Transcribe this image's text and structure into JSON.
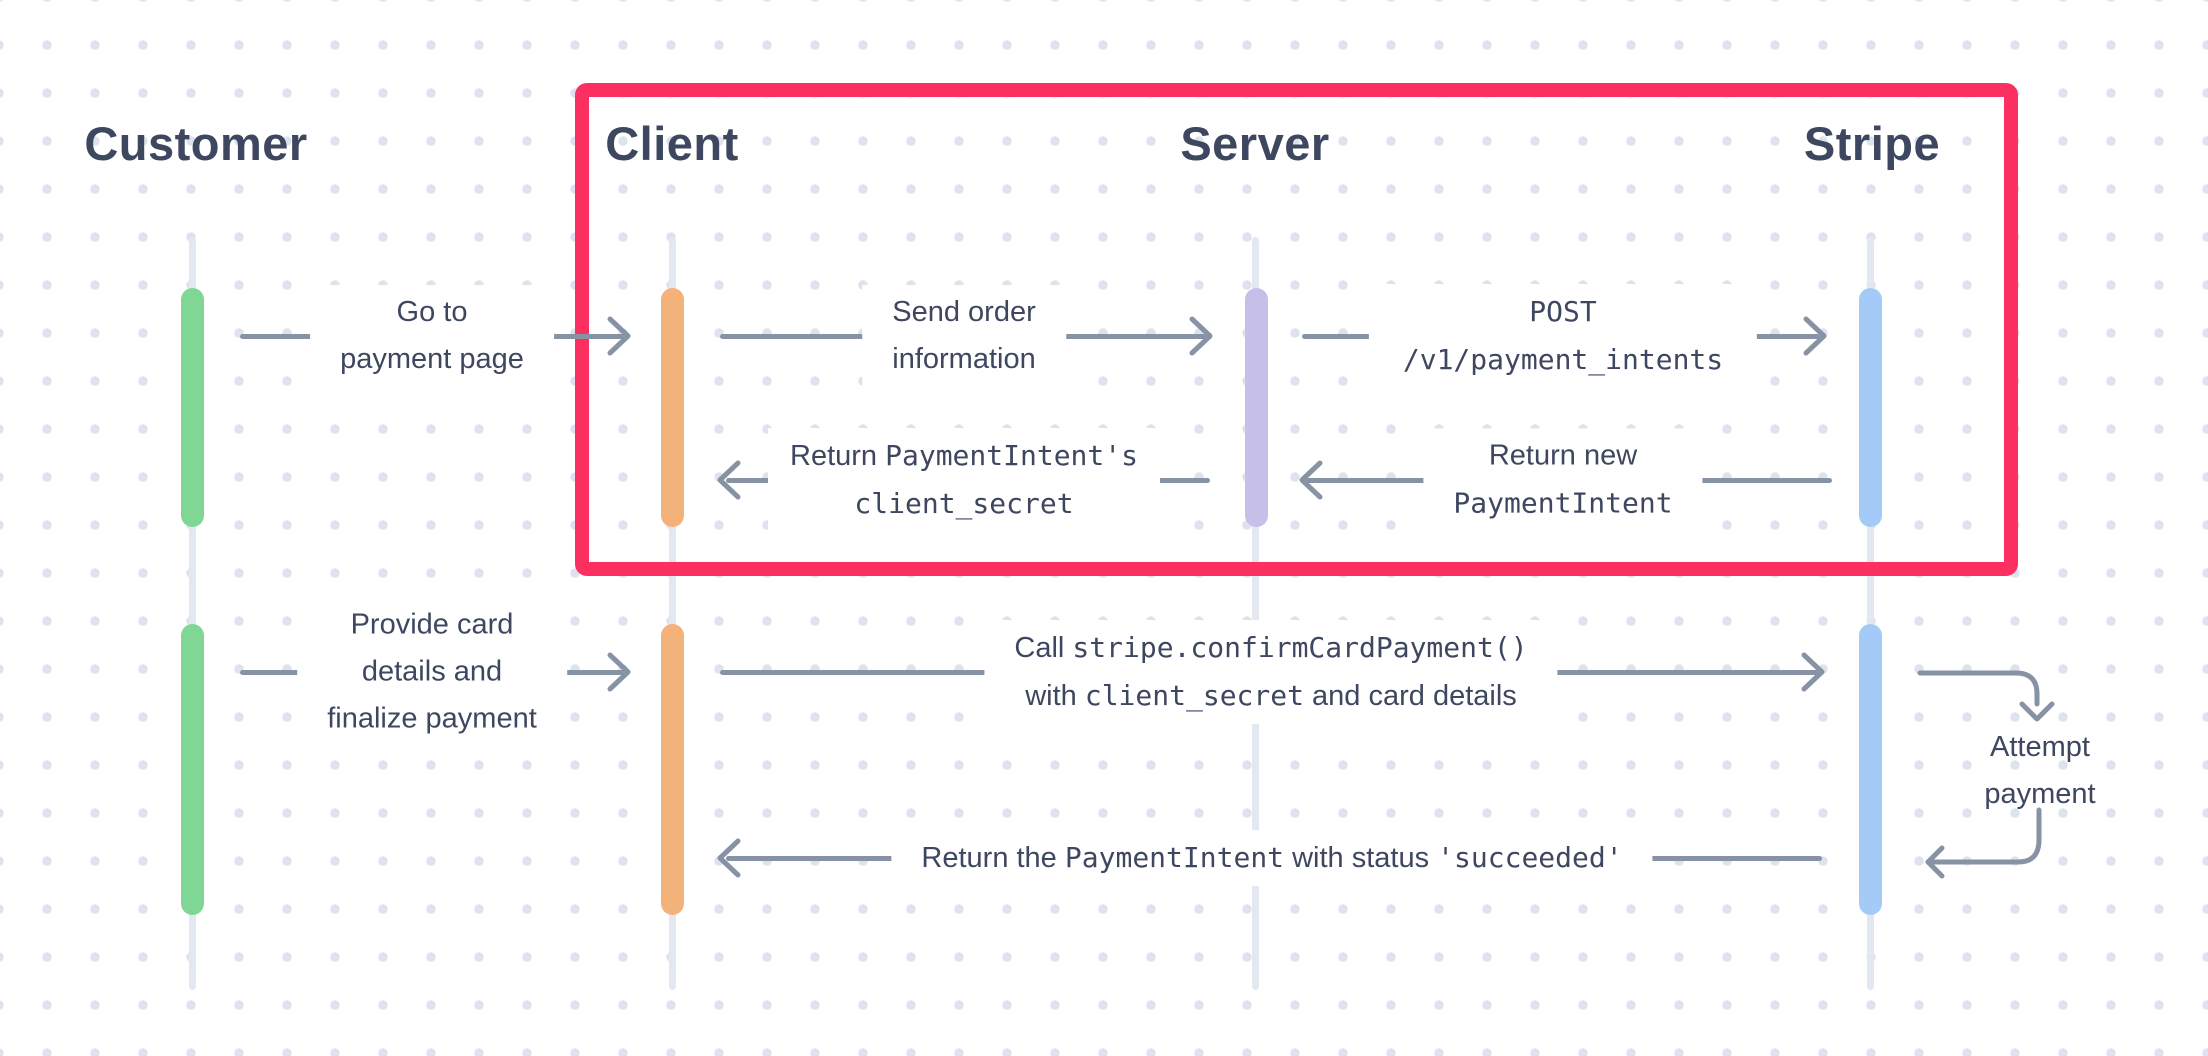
{
  "diagram": {
    "title_hint": "Stripe PaymentIntents sequence diagram",
    "text_color": "#3E4760",
    "line_color": "#8793A4",
    "highlight_color": "#FB2F60",
    "lifeline_color": "#E3E8F0",
    "dot_color": "#DCE3ED",
    "actors": [
      {
        "name": "Customer",
        "bar_color": "#80D694"
      },
      {
        "name": "Client",
        "bar_color": "#F4B27B"
      },
      {
        "name": "Server",
        "bar_color": "#C6C0E9"
      },
      {
        "name": "Stripe",
        "bar_color": "#A4CBF8"
      }
    ],
    "messages": [
      {
        "id": "go-to-payment-page",
        "from": "Customer",
        "to": "Client",
        "lines": [
          [
            {
              "t": "Go to"
            }
          ],
          [
            {
              "t": "payment page"
            }
          ]
        ]
      },
      {
        "id": "send-order-information",
        "from": "Client",
        "to": "Server",
        "lines": [
          [
            {
              "t": "Send order"
            }
          ],
          [
            {
              "t": "information"
            }
          ]
        ]
      },
      {
        "id": "post-payment-intents",
        "from": "Server",
        "to": "Stripe",
        "lines": [
          [
            {
              "t": "POST",
              "m": true
            }
          ],
          [
            {
              "t": "/v1/payment_intents",
              "m": true
            }
          ]
        ]
      },
      {
        "id": "return-new-paymentintent",
        "from": "Stripe",
        "to": "Server",
        "lines": [
          [
            {
              "t": "Return new"
            }
          ],
          [
            {
              "t": "PaymentIntent",
              "m": true
            }
          ]
        ]
      },
      {
        "id": "return-client-secret",
        "from": "Server",
        "to": "Client",
        "lines": [
          [
            {
              "t": "Return "
            },
            {
              "t": "PaymentIntent's",
              "m": true
            }
          ],
          [
            {
              "t": "client_secret",
              "m": true
            }
          ]
        ]
      },
      {
        "id": "provide-card-details",
        "from": "Customer",
        "to": "Client",
        "lines": [
          [
            {
              "t": "Provide card"
            }
          ],
          [
            {
              "t": "details and"
            }
          ],
          [
            {
              "t": "finalize payment"
            }
          ]
        ]
      },
      {
        "id": "confirm-card-payment",
        "from": "Client",
        "to": "Stripe",
        "lines": [
          [
            {
              "t": "Call "
            },
            {
              "t": "stripe.confirmCardPayment()",
              "m": true
            }
          ],
          [
            {
              "t": "with "
            },
            {
              "t": "client_secret",
              "m": true
            },
            {
              "t": " and card details"
            }
          ]
        ]
      },
      {
        "id": "attempt-payment",
        "from": "Stripe",
        "to": "Stripe",
        "lines": [
          [
            {
              "t": "Attempt"
            }
          ],
          [
            {
              "t": "payment"
            }
          ]
        ]
      },
      {
        "id": "return-succeeded",
        "from": "Stripe",
        "to": "Client",
        "lines": [
          [
            {
              "t": "Return the "
            },
            {
              "t": "PaymentIntent",
              "m": true
            },
            {
              "t": " with status "
            },
            {
              "t": "'succeeded'",
              "m": true
            }
          ]
        ]
      }
    ]
  }
}
